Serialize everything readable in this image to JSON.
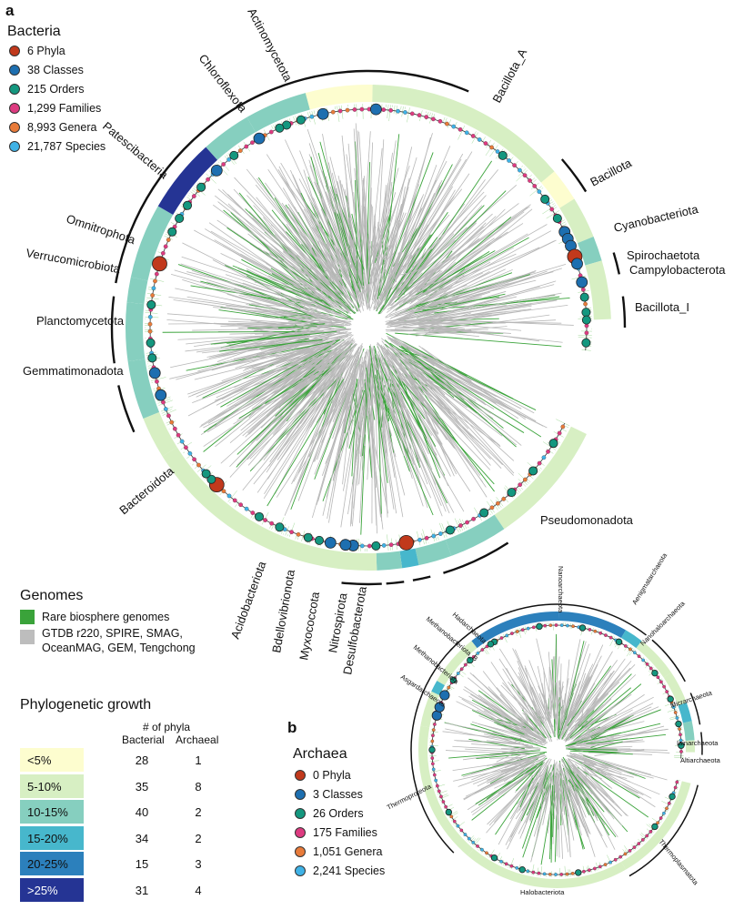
{
  "panel_a": {
    "letter": "a",
    "legend_title": "Bacteria",
    "ranks": [
      {
        "label": "6 Phyla",
        "color": "#c1391c"
      },
      {
        "label": "38 Classes",
        "color": "#1d6fb0"
      },
      {
        "label": "215 Orders",
        "color": "#14977f"
      },
      {
        "label": "1,299 Families",
        "color": "#dd3b80"
      },
      {
        "label": "8,993 Genera",
        "color": "#e87b3a"
      },
      {
        "label": "21,787 Species",
        "color": "#3fb2e6"
      }
    ],
    "phyla": [
      "Actinomycetota",
      "Bacillota_A",
      "Bacillota",
      "Cyanobacteriota",
      "Spirochaetota",
      "Campylobacterota",
      "Bacillota_I",
      "Pseudomonadota",
      "Desulfobacterota",
      "Nitrospirota",
      "Myxococcota",
      "Bdellovibrionota",
      "Acidobacteriota",
      "Bacteroidota",
      "Gemmatimonadota",
      "Planctomycetota",
      "Verrucomicrobiota",
      "Omnitrophota",
      "Patescibacteria",
      "Chloroflexota"
    ]
  },
  "genomes": {
    "title": "Genomes",
    "items": [
      {
        "label": "Rare biosphere genomes",
        "color": "#3aa33a"
      },
      {
        "label": "GTDB r220, SPIRE, SMAG,\nOceanMAG, GEM, Tengchong",
        "color": "#bdbdbd"
      }
    ]
  },
  "growth": {
    "title": "Phylogenetic growth",
    "col_group": "# of phyla",
    "col_bacterial": "Bacterial",
    "col_archaeal": "Archaeal",
    "rows": [
      {
        "label": "<5%",
        "color": "#fdfdcf",
        "bacterial": "28",
        "archaeal": "1"
      },
      {
        "label": "5-10%",
        "color": "#d7efc3",
        "bacterial": "35",
        "archaeal": "8"
      },
      {
        "label": "10-15%",
        "color": "#86cfbf",
        "bacterial": "40",
        "archaeal": "2"
      },
      {
        "label": "15-20%",
        "color": "#47b7cc",
        "bacterial": "34",
        "archaeal": "2"
      },
      {
        "label": "20-25%",
        "color": "#2c80bc",
        "bacterial": "15",
        "archaeal": "3"
      },
      {
        "label": ">25%",
        "color": "#253494",
        "bacterial": "31",
        "archaeal": "4"
      }
    ]
  },
  "panel_b": {
    "letter": "b",
    "legend_title": "Archaea",
    "ranks": [
      {
        "label": "0 Phyla",
        "color": "#c1391c"
      },
      {
        "label": "3 Classes",
        "color": "#1d6fb0"
      },
      {
        "label": "26 Orders",
        "color": "#14977f"
      },
      {
        "label": "175 Families",
        "color": "#dd3b80"
      },
      {
        "label": "1,051 Genera",
        "color": "#e87b3a"
      },
      {
        "label": "2,241 Species",
        "color": "#3fb2e6"
      }
    ],
    "phyla": [
      "Nanoarchaeota",
      "Aenigmatarchaeota",
      "Nanohaloarchaeota",
      "Micrarchaeota",
      "Iainarchaeota",
      "Altiarchaeota",
      "Thermoplasmatota",
      "Halobacteriota",
      "Thermoproteota",
      "Asgardarchaeota",
      "Methanobacteriota",
      "Methanobacteriota_B",
      "Hadarchaeota"
    ]
  }
}
